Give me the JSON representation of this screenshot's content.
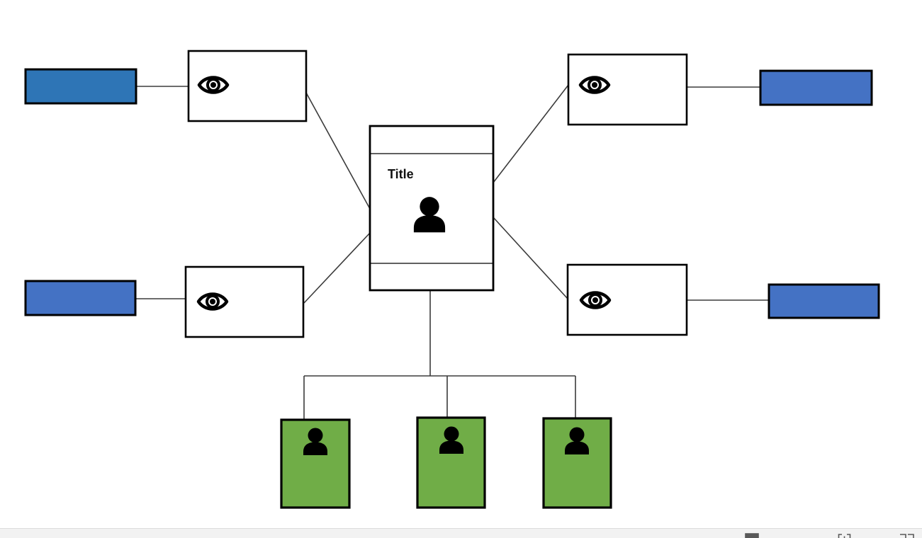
{
  "slide": {
    "background": "#ffffff",
    "center_node": {
      "title": "Title",
      "icon": "person-icon",
      "fill": "#ffffff",
      "border_color": "#000000"
    },
    "watcher_nodes": [
      {
        "position": "top-left",
        "icon": "eye-icon",
        "fill": "#ffffff"
      },
      {
        "position": "bottom-left",
        "icon": "eye-icon",
        "fill": "#ffffff"
      },
      {
        "position": "top-right",
        "icon": "eye-icon",
        "fill": "#ffffff"
      },
      {
        "position": "bottom-right",
        "icon": "eye-icon",
        "fill": "#ffffff"
      }
    ],
    "label_bars": [
      {
        "position": "top-left",
        "color": "#2E75B6"
      },
      {
        "position": "bottom-left",
        "color": "#4472C4"
      },
      {
        "position": "top-right",
        "color": "#4472C4"
      },
      {
        "position": "bottom-right",
        "color": "#4472C4"
      }
    ],
    "member_nodes": [
      {
        "index": 1,
        "icon": "person-icon",
        "color": "#70AD47"
      },
      {
        "index": 2,
        "icon": "person-icon",
        "color": "#70AD47"
      },
      {
        "index": 3,
        "icon": "person-icon",
        "color": "#70AD47"
      }
    ],
    "connector_color": "#3b3b3b"
  },
  "status_bar": {
    "background": "#f2f2f2",
    "border_color": "#dcdcdc",
    "icon_color": "#595959",
    "icons": [
      "normal-view-icon",
      "slide-show-icon",
      "reading-view-icon"
    ]
  }
}
